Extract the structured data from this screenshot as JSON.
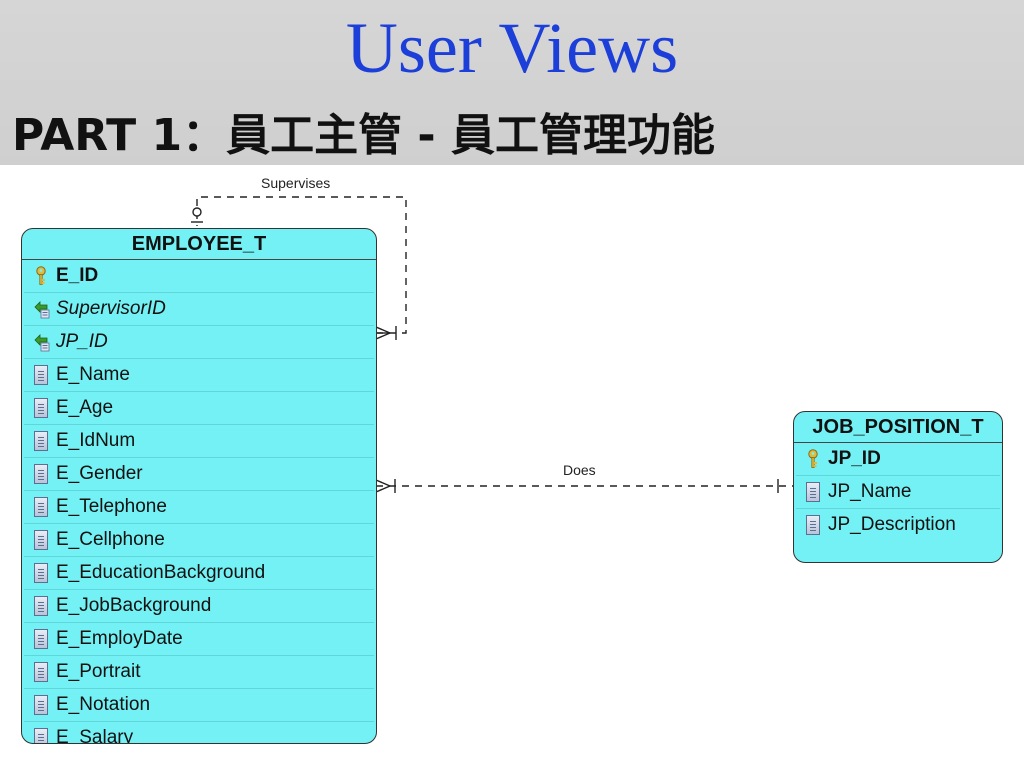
{
  "header": {
    "title": "User Views",
    "subtitle": "PART 1：員工主管 - 員工管理功能"
  },
  "relationships": [
    {
      "label": "Supervises"
    },
    {
      "label": "Does"
    }
  ],
  "colors": {
    "entity_fill": "#74f1f4",
    "title_blue": "#1b3fd8",
    "header_bg": "#d3d3d3"
  },
  "entities": {
    "employee": {
      "name": "EMPLOYEE_T",
      "attributes": [
        {
          "name": "E_ID",
          "kind": "pk",
          "icon": "key-icon"
        },
        {
          "name": "SupervisorID",
          "kind": "fk",
          "icon": "foreign-key-icon"
        },
        {
          "name": "JP_ID",
          "kind": "fk",
          "icon": "foreign-key-icon"
        },
        {
          "name": "E_Name",
          "kind": "col",
          "icon": "column-icon"
        },
        {
          "name": "E_Age",
          "kind": "col",
          "icon": "column-icon"
        },
        {
          "name": "E_IdNum",
          "kind": "col",
          "icon": "column-icon"
        },
        {
          "name": "E_Gender",
          "kind": "col",
          "icon": "column-icon"
        },
        {
          "name": "E_Telephone",
          "kind": "col",
          "icon": "column-icon"
        },
        {
          "name": "E_Cellphone",
          "kind": "col",
          "icon": "column-icon"
        },
        {
          "name": "E_EducationBackground",
          "kind": "col",
          "icon": "column-icon"
        },
        {
          "name": "E_JobBackground",
          "kind": "col",
          "icon": "column-icon"
        },
        {
          "name": "E_EmployDate",
          "kind": "col",
          "icon": "column-icon"
        },
        {
          "name": "E_Portrait",
          "kind": "col",
          "icon": "column-icon"
        },
        {
          "name": "E_Notation",
          "kind": "col",
          "icon": "column-icon"
        },
        {
          "name": "E_Salary",
          "kind": "col",
          "icon": "column-icon"
        }
      ]
    },
    "job_position": {
      "name": "JOB_POSITION_T",
      "attributes": [
        {
          "name": "JP_ID",
          "kind": "pk",
          "icon": "key-icon"
        },
        {
          "name": "JP_Name",
          "kind": "col",
          "icon": "column-icon"
        },
        {
          "name": "JP_Description",
          "kind": "col",
          "icon": "column-icon"
        }
      ]
    }
  }
}
